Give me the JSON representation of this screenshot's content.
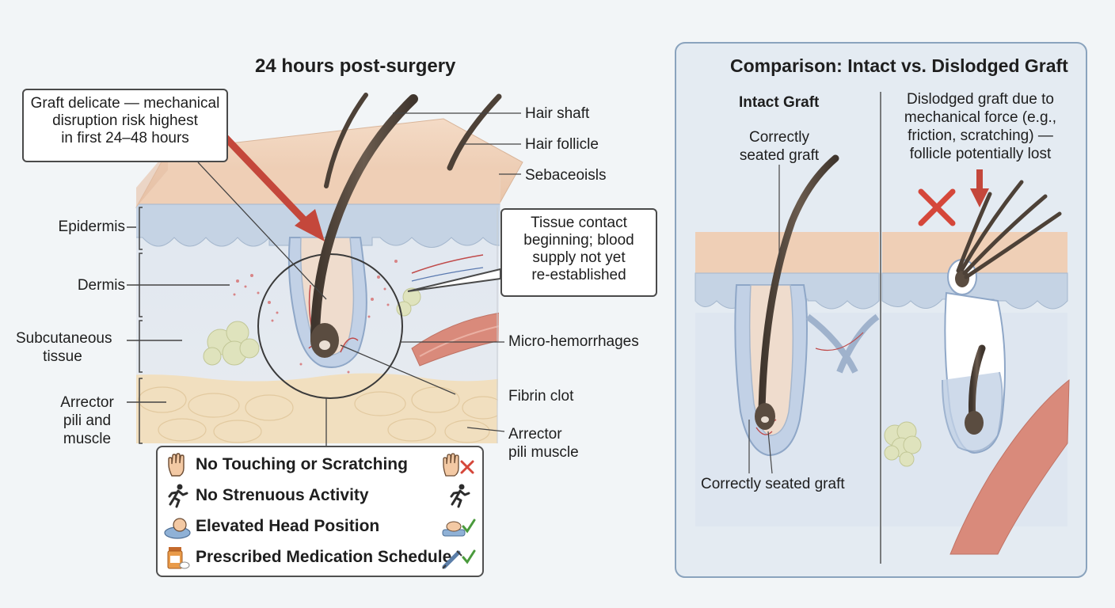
{
  "main": {
    "title": "24 hours post-surgery",
    "callout_graft": [
      "Graft delicate — mechanical",
      "disruption risk highest",
      "in first 24–48 hours"
    ],
    "callout_tissue": [
      "Tissue contact",
      "beginning; blood",
      "supply not yet",
      "re-established"
    ],
    "labels_right": {
      "hair_shaft": "Hair shaft",
      "hair_follicle": "Hair follicle",
      "sebaceous": "Sebaceoisls",
      "micro_hemorrhages": "Micro-hemorrhages",
      "fibrin_clot": "Fibrin clot",
      "arrector_pili_muscle": [
        "Arrector",
        "pili muscle"
      ]
    },
    "labels_left": {
      "epidermis": "Epidermis",
      "dermis": "Dermis",
      "subcutaneous": [
        "Subcutaneous",
        "tissue"
      ],
      "arrector": [
        "Arrector",
        "pili and",
        "muscle"
      ]
    },
    "instructions": [
      {
        "icon": "hand-icon",
        "label": "No Touching or Scratching",
        "status_icon": "hand-cross-icon"
      },
      {
        "icon": "runner-icon",
        "label": "No Strenuous Activity",
        "status_icon": "runner-icon"
      },
      {
        "icon": "pillow-head-icon",
        "label": "Elevated Head Position",
        "status_icon": "pillow-check-icon"
      },
      {
        "icon": "pill-bottle-icon",
        "label": "Prescribed Medication Schedule",
        "status_icon": "syringe-check-icon"
      }
    ]
  },
  "comparison": {
    "title": "Comparison: Intact vs. Dislodged Graft",
    "intact_heading": "Intact Graft",
    "intact_label": [
      "Correctly",
      "seated graft"
    ],
    "intact_bottom_label": "Correctly seated graft",
    "dislodged_label": [
      "Dislodged graft due to",
      "mechanical force (e.g.,",
      "friction, scratching) —",
      "follicle potentially lost"
    ]
  },
  "colors": {
    "skin_top": "#efcfb6",
    "epidermis": "#c9d6e6",
    "dermis": "#dde5ef",
    "fat": "#f1dfbf",
    "hair": "#4d4137",
    "arrow_red": "#c4473b",
    "check_green": "#4a9a3c",
    "cross_red": "#d5473a"
  }
}
